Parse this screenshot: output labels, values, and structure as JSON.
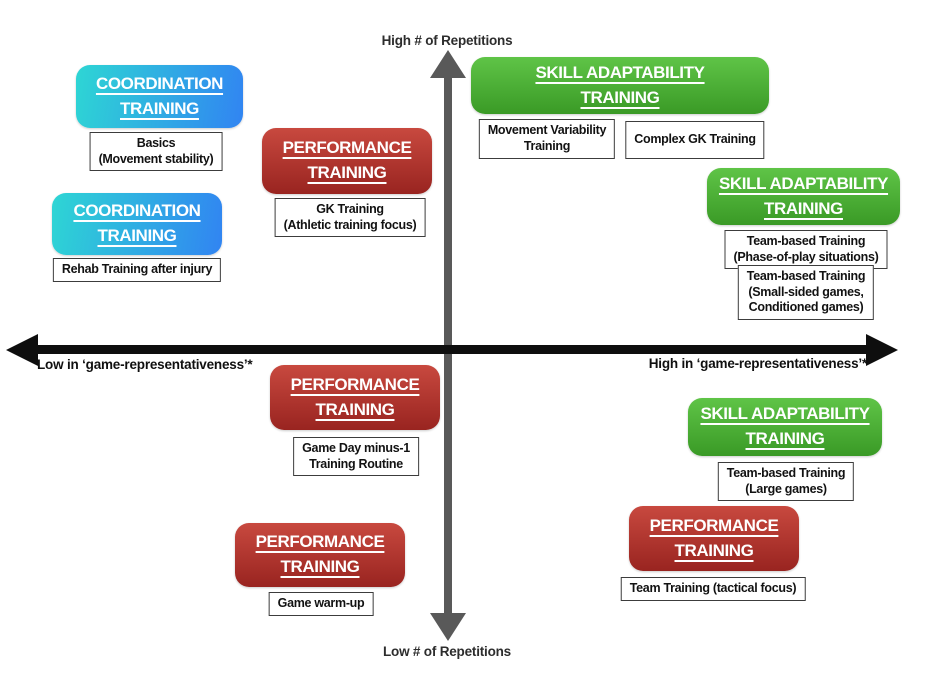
{
  "diagram": {
    "colors": {
      "coordination": [
        "#2ED6D4",
        "#3184F2"
      ],
      "performance": [
        "#C8493F",
        "#992420"
      ],
      "skill": [
        "#5FC447",
        "#3A9A26"
      ],
      "vertical_axis": "#595959",
      "horizontal_axis": "#0E0E0E"
    },
    "axis_labels": {
      "top": "High # of Repetitions",
      "bottom": "Low # of Repetitions",
      "left": "Low in ‘game-representativeness’*",
      "right": "High in ‘game-representativeness’*"
    },
    "quadrant_top_left": {
      "coordination_basics": {
        "title": "COORDINATION\nTRAINING",
        "label": "Basics\n(Movement stability)"
      },
      "coordination_rehab": {
        "title": "COORDINATION\nTRAINING",
        "label": "Rehab Training after injury"
      },
      "performance_gk": {
        "title": "PERFORMANCE\nTRAINING",
        "label": "GK Training\n(Athletic training focus)"
      }
    },
    "quadrant_top_right": {
      "skill_movement": {
        "title": "SKILL ADAPTABILITY\nTRAINING",
        "labels": [
          "Movement Variability\nTraining",
          "Complex GK Training"
        ]
      },
      "skill_team": {
        "title": "SKILL ADAPTABILITY\nTRAINING",
        "labels": [
          "Team-based Training\n(Phase-of-play situations)",
          "Team-based Training\n(Small-sided games,\nConditioned games)"
        ]
      }
    },
    "quadrant_bottom_left": {
      "performance_gameday": {
        "title": "PERFORMANCE\nTRAINING",
        "label": "Game Day minus-1\nTraining Routine"
      },
      "performance_warmup": {
        "title": "PERFORMANCE\nTRAINING",
        "label": "Game warm-up"
      }
    },
    "quadrant_bottom_right": {
      "skill_large_games": {
        "title": "SKILL ADAPTABILITY\nTRAINING",
        "label": "Team-based Training\n(Large games)"
      },
      "performance_team": {
        "title": "PERFORMANCE\nTRAINING",
        "label": "Team Training (tactical focus)"
      }
    }
  }
}
